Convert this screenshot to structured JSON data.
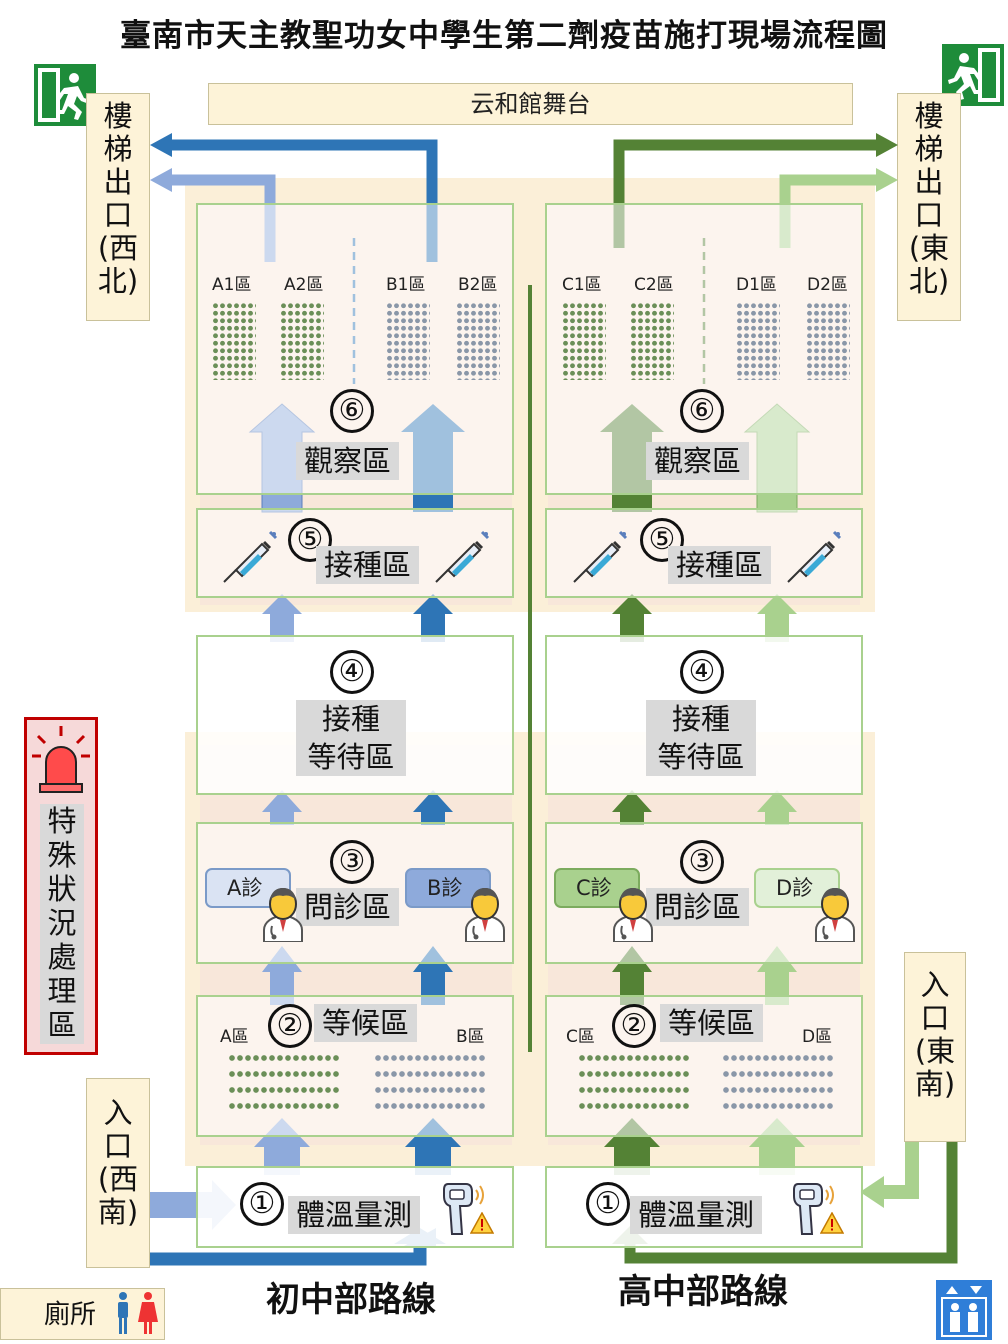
{
  "title": "臺南市天主教聖功女中學生第二劑疫苗施打現場流程圖",
  "stage": "云和館舞台",
  "exits": {
    "west": [
      "樓",
      "梯",
      "出",
      "口",
      "(西",
      "北)"
    ],
    "east": [
      "樓",
      "梯",
      "出",
      "口",
      "(東",
      "北)"
    ]
  },
  "entrances": {
    "southwest": [
      "入",
      "口",
      "(西",
      "南)"
    ],
    "southeast": [
      "入",
      "口",
      "(東",
      "南)"
    ]
  },
  "special_area": [
    "特",
    "殊",
    "狀",
    "況",
    "處",
    "理",
    "區"
  ],
  "restroom": "廁所",
  "routes": {
    "junior": "初中部路線",
    "senior": "高中部路線"
  },
  "numbers": [
    "①",
    "②",
    "③",
    "④",
    "⑤",
    "⑥"
  ],
  "zones": {
    "observe": "觀察區",
    "inject": "接種區",
    "wait_inject_1": "接種",
    "wait_inject_2": "等待區",
    "consult": "問診區",
    "waiting": "等候區",
    "temperature": "體溫量測"
  },
  "areas_top": {
    "A1": "A1區",
    "A2": "A2區",
    "B1": "B1區",
    "B2": "B2區",
    "C1": "C1區",
    "C2": "C2區",
    "D1": "D1區",
    "D2": "D2區"
  },
  "areas_wait": {
    "A": "A區",
    "B": "B區",
    "C": "C區",
    "D": "D區"
  },
  "clinics": {
    "A": "A診",
    "B": "B診",
    "C": "C診",
    "D": "D診"
  },
  "colors": {
    "route_a": "#8eaadb",
    "route_b": "#2e75b6",
    "route_c": "#548235",
    "route_d": "#a9d18e",
    "zone_border": "#a9d18e",
    "alarm": "#c00000"
  },
  "icons": [
    "exit-sign-icon",
    "syringe-icon",
    "doctor-icon",
    "thermometer-icon",
    "warning-icon",
    "alarm-light-icon",
    "restroom-icon",
    "elevator-icon"
  ]
}
